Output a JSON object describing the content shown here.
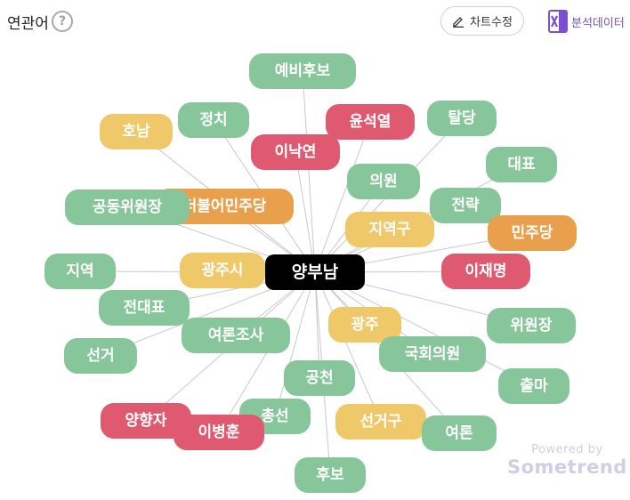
{
  "header": {
    "title": "연관어",
    "help_symbol": "?",
    "edit_button_label": "차트수정",
    "analysis_button_label": "분석데이터"
  },
  "colors": {
    "green": "#86c69a",
    "yellow": "#efc86a",
    "red": "#df5a70",
    "orange": "#e9a04d",
    "center": "#000000",
    "edge": "#c9c9c9"
  },
  "graph": {
    "center": "양부남",
    "nodes": [
      {
        "label": "예비후보",
        "color": "green"
      },
      {
        "label": "정치",
        "color": "green"
      },
      {
        "label": "호남",
        "color": "yellow"
      },
      {
        "label": "윤석열",
        "color": "red"
      },
      {
        "label": "탈당",
        "color": "green"
      },
      {
        "label": "이낙연",
        "color": "red"
      },
      {
        "label": "대표",
        "color": "green"
      },
      {
        "label": "의원",
        "color": "green"
      },
      {
        "label": "더불어민주당",
        "color": "orange"
      },
      {
        "label": "전략",
        "color": "green"
      },
      {
        "label": "공동위원장",
        "color": "green"
      },
      {
        "label": "지역구",
        "color": "yellow"
      },
      {
        "label": "민주당",
        "color": "orange"
      },
      {
        "label": "지역",
        "color": "green"
      },
      {
        "label": "광주시",
        "color": "yellow"
      },
      {
        "label": "이재명",
        "color": "red"
      },
      {
        "label": "전대표",
        "color": "green"
      },
      {
        "label": "광주",
        "color": "yellow"
      },
      {
        "label": "위원장",
        "color": "green"
      },
      {
        "label": "여론조사",
        "color": "green"
      },
      {
        "label": "선거",
        "color": "green"
      },
      {
        "label": "국회의원",
        "color": "green"
      },
      {
        "label": "공천",
        "color": "green"
      },
      {
        "label": "출마",
        "color": "green"
      },
      {
        "label": "총선",
        "color": "green"
      },
      {
        "label": "양향자",
        "color": "red"
      },
      {
        "label": "선거구",
        "color": "yellow"
      },
      {
        "label": "여론",
        "color": "green"
      },
      {
        "label": "이병훈",
        "color": "red"
      },
      {
        "label": "후보",
        "color": "green"
      }
    ]
  },
  "watermark": {
    "line1": "Powered by",
    "line2": "Sometrend"
  }
}
